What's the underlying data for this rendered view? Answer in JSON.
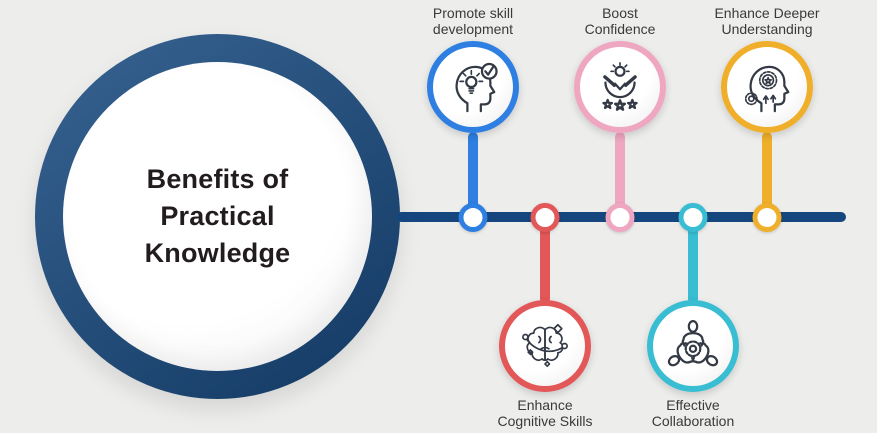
{
  "title": {
    "text": "Benefits of\nPractical\nKnowledge"
  },
  "colors": {
    "background": "#ededec",
    "big_circle": "#17497f",
    "timeline": "#15477e",
    "title_text": "#221c1e",
    "label_text": "#3a3a3a",
    "icon_stroke": "#333a45"
  },
  "nodes": [
    {
      "id": "promote-skill-development",
      "label": "Promote skill\ndevelopment",
      "color": "#2e7fe1",
      "position": "top",
      "icon": "head-lightbulb-check-icon"
    },
    {
      "id": "enhance-cognitive-skills",
      "label": "Enhance\nCognitive Skills",
      "color": "#e25757",
      "position": "bottom",
      "icon": "brain-sparkles-icon"
    },
    {
      "id": "boost-confidence",
      "label": "Boost\nConfidence",
      "color": "#efa6c1",
      "position": "top",
      "icon": "person-celebrating-stars-icon"
    },
    {
      "id": "effective-collaboration",
      "label": "Effective\nCollaboration",
      "color": "#38bdd2",
      "position": "bottom",
      "icon": "team-around-gear-icon"
    },
    {
      "id": "enhance-deeper-understanding",
      "label": "Enhance Deeper\nUnderstanding",
      "color": "#efaf2b",
      "position": "top",
      "icon": "head-gear-arrows-icon"
    }
  ]
}
